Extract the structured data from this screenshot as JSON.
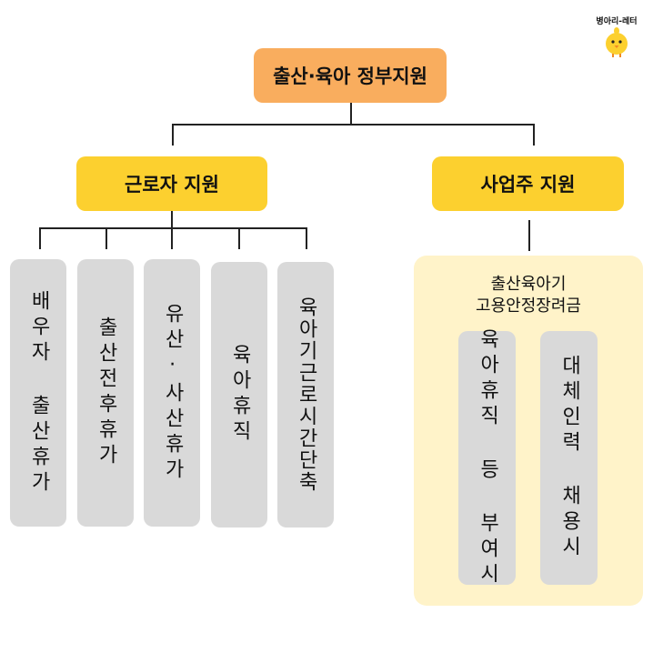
{
  "logo": {
    "text": "병아리-레터",
    "icon": "chick-icon"
  },
  "root": {
    "label": "출산·육아 정부지원"
  },
  "worker": {
    "label": "근로자 지원",
    "items": [
      {
        "label": "배우자 출산휴가"
      },
      {
        "label": "출산전후휴가"
      },
      {
        "label": "유산·사산휴가"
      },
      {
        "label": "육아휴직"
      },
      {
        "label": "육아기근로시간단축"
      }
    ]
  },
  "employer": {
    "label": "사업주 지원",
    "panel": {
      "title_line1": "출산육아기",
      "title_line2": "고용안정장려금",
      "items": [
        {
          "label": "육아휴직 등 부여시"
        },
        {
          "label": "대체인력 채용시"
        }
      ]
    }
  },
  "colors": {
    "root": "#f9ad5e",
    "branch": "#fcd02f",
    "card": "#d9d9d9",
    "panel": "#fff3c9"
  }
}
